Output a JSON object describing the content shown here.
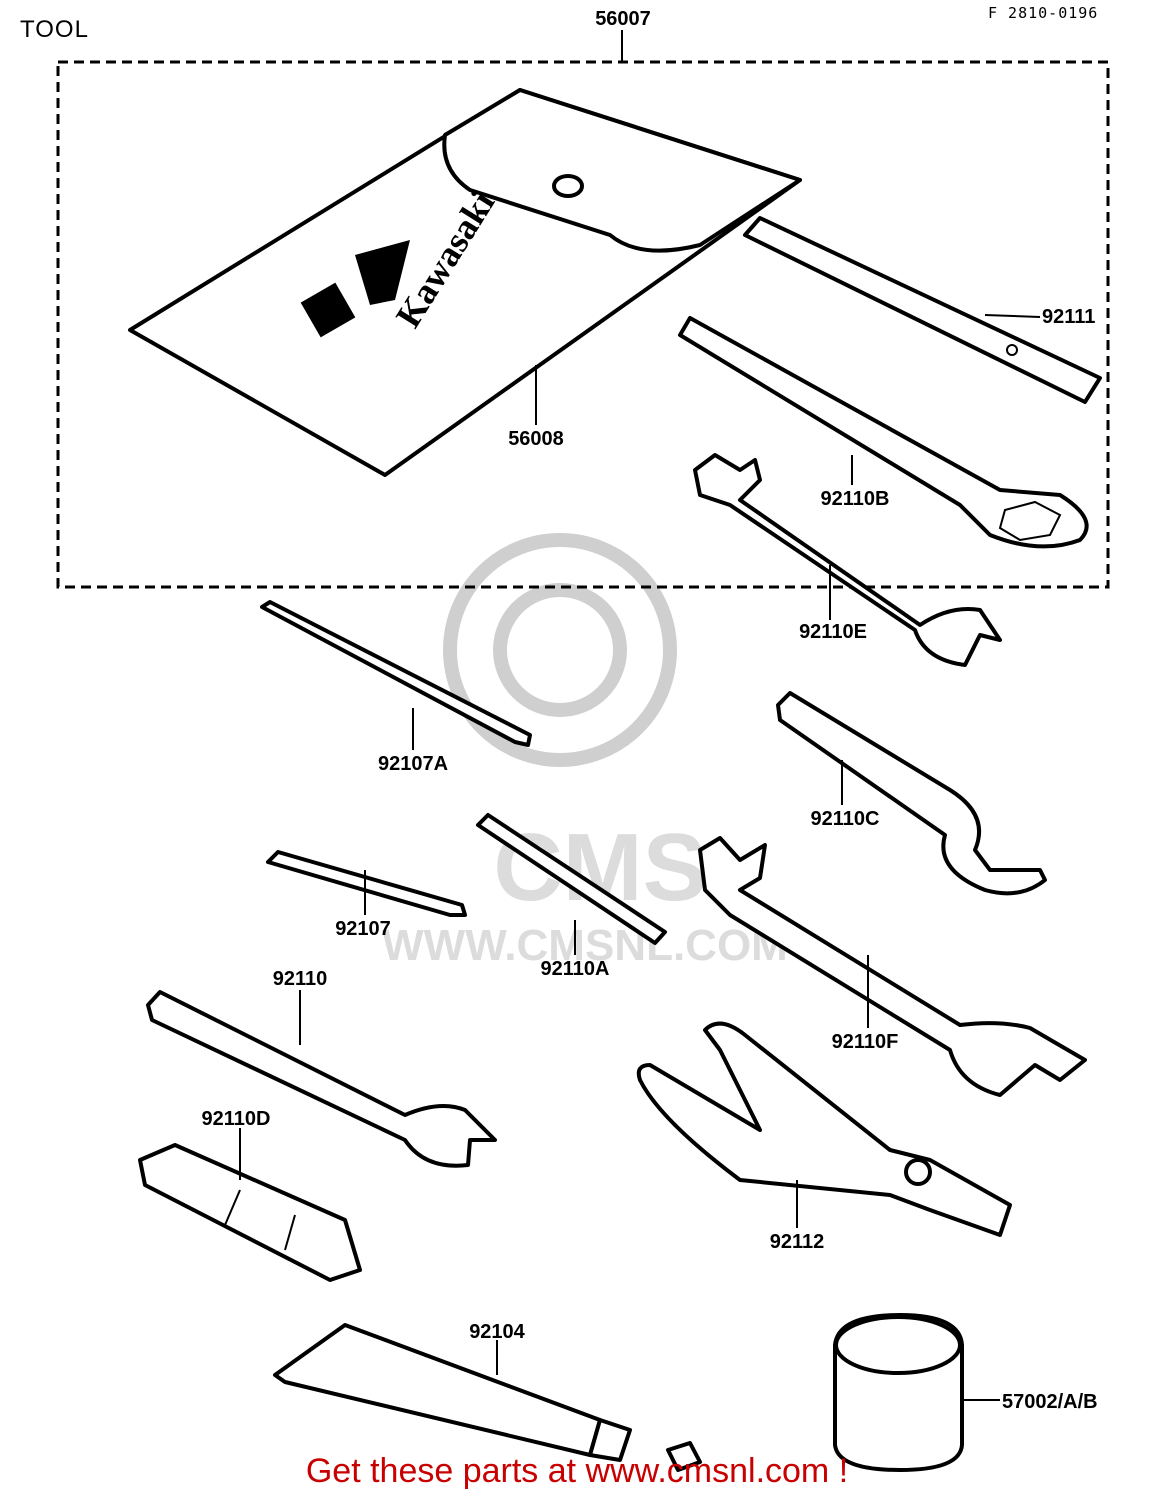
{
  "header": {
    "title": "TOOL",
    "code": "F 2810-0196"
  },
  "brand": {
    "pouch_text": "Kawasaki"
  },
  "watermark": {
    "brand": "CMS",
    "url": "WWW.CMSNL.COM"
  },
  "parts": [
    {
      "id": "56007"
    },
    {
      "id": "56008"
    },
    {
      "id": "92111"
    },
    {
      "id": "92110B"
    },
    {
      "id": "92110E"
    },
    {
      "id": "92107A"
    },
    {
      "id": "92110C"
    },
    {
      "id": "92107"
    },
    {
      "id": "92110A"
    },
    {
      "id": "92110"
    },
    {
      "id": "92110F"
    },
    {
      "id": "92110D"
    },
    {
      "id": "92112"
    },
    {
      "id": "92104"
    },
    {
      "id": "57002/A/B"
    }
  ],
  "footer": {
    "text": "Get these parts at www.cmsnl.com !"
  },
  "colors": {
    "footer": "#c80000",
    "frame": "#000000",
    "watermark": "#cfcfcf"
  }
}
